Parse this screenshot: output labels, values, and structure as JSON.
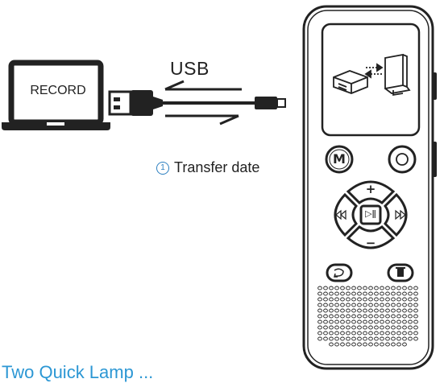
{
  "laptop": {
    "screen_text": "RECORD"
  },
  "cable": {
    "label": "USB"
  },
  "step": {
    "number": "1",
    "caption": "Transfer date"
  },
  "device": {
    "buttons": {
      "menu_label": "M",
      "plus_label": "+",
      "minus_label": "−",
      "play_pause_label": "▷ǁ"
    }
  },
  "bottom_caption": "Two Quick Lamp ...",
  "colors": {
    "line": "#1a1a1a",
    "accent": "#2c97d4"
  }
}
